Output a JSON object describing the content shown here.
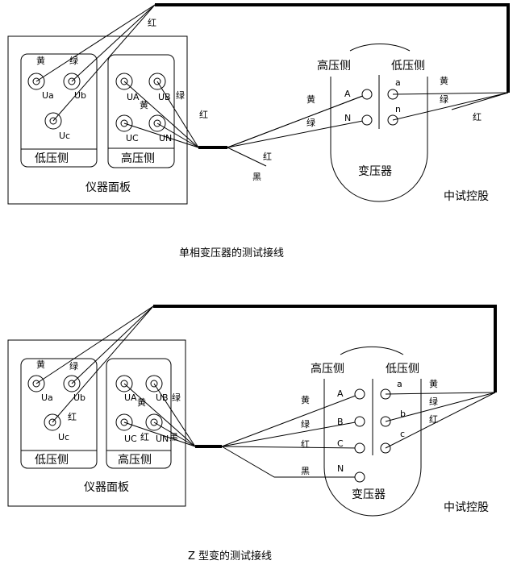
{
  "diagram1": {
    "caption": "单相变压器的测试接线",
    "instrument_label": "仪器面板",
    "low_side_label": "低压侧",
    "high_side_label": "高压侧",
    "terminals": {
      "ua": "Ua",
      "ub": "Ub",
      "uc": "Uc",
      "UA": "UA",
      "UB": "UB",
      "UC": "UC",
      "UN": "UN"
    },
    "transformer": {
      "title": "变压器",
      "high_side": "高压侧",
      "low_side": "低压侧",
      "A": "A",
      "N": "N",
      "a": "a",
      "n": "n"
    },
    "wire_colors": {
      "yellow": "黄",
      "green": "绿",
      "red": "红",
      "black": "黑"
    },
    "brand": "中试控股"
  },
  "diagram2": {
    "caption": "Z 型变的测试接线",
    "instrument_label": "仪器面板",
    "low_side_label": "低压侧",
    "high_side_label": "高压侧",
    "terminals": {
      "ua": "Ua",
      "ub": "Ub",
      "uc": "Uc",
      "UA": "UA",
      "UB": "UB",
      "UC": "UC",
      "UN": "UN"
    },
    "transformer": {
      "title": "变压器",
      "high_side": "高压侧",
      "low_side": "低压侧",
      "A": "A",
      "B": "B",
      "C": "C",
      "N": "N",
      "a": "a",
      "b": "b",
      "c": "c"
    },
    "wire_colors": {
      "yellow": "黄",
      "green": "绿",
      "red": "红",
      "black": "黑"
    },
    "brand": "中试控股"
  }
}
